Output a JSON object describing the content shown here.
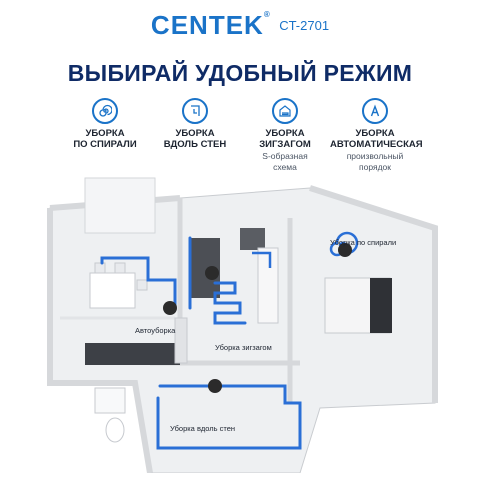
{
  "brand": {
    "name": "CENTEK",
    "mark": "®",
    "model": "CT-2701",
    "color": "#1a73c8"
  },
  "headline": "ВЫБИРАЙ УДОБНЫЙ РЕЖИМ",
  "modes": [
    {
      "icon": "spiral-icon",
      "title_1": "УБОРКА",
      "title_2": "ПО СПИРАЛИ",
      "sub_1": "",
      "sub_2": ""
    },
    {
      "icon": "wall-follow-icon",
      "title_1": "УБОРКА",
      "title_2": "ВДОЛЬ СТЕН",
      "sub_1": "",
      "sub_2": ""
    },
    {
      "icon": "zigzag-home-icon",
      "title_1": "УБОРКА",
      "title_2": "ЗИГЗАГОМ",
      "sub_1": "S-образная",
      "sub_2": "схема"
    },
    {
      "icon": "auto-icon",
      "title_1": "УБОРКА",
      "title_2": "АВТОМАТИЧЕСКАЯ",
      "sub_1": "произвольный",
      "sub_2": "порядок"
    }
  ],
  "map_labels": {
    "spiral": "Уборка по спирали",
    "auto": "Автоуборка",
    "zigzag": "Уборка зигзагом",
    "wall": "Уборка вдоль стен"
  },
  "colors": {
    "path": "#2a6fd6",
    "title": "#0f2b66",
    "robot": "#2b2b2b"
  }
}
